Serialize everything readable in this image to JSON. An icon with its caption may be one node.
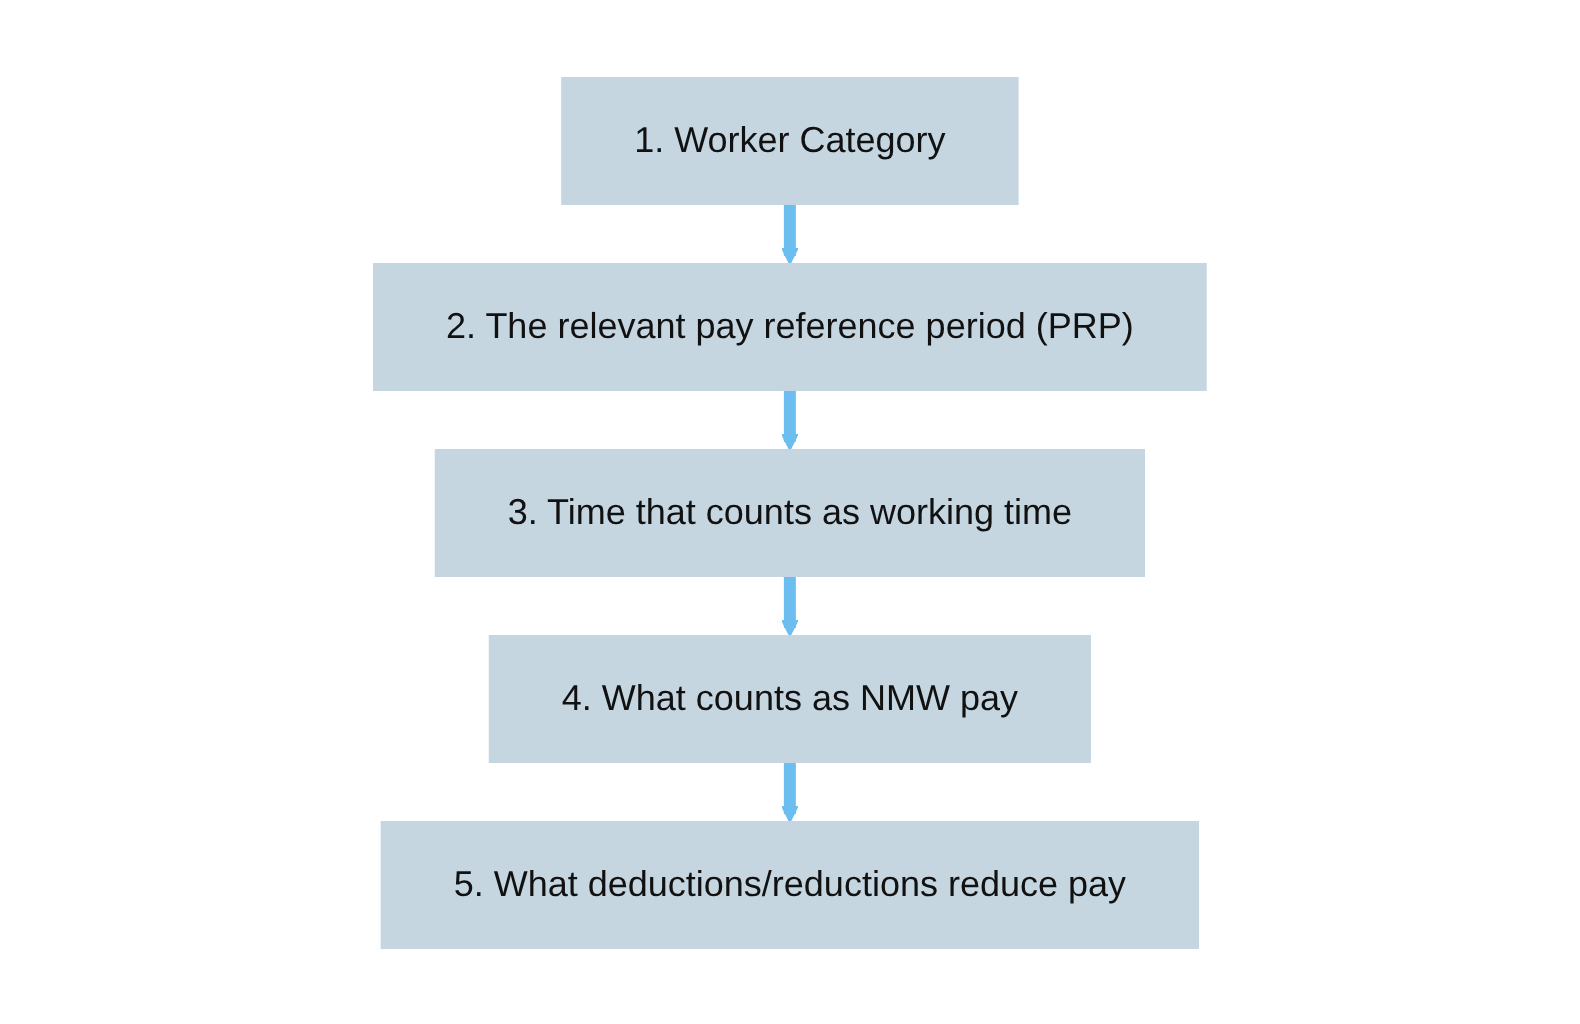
{
  "diagram": {
    "nodes": [
      {
        "text": [
          "1. Worker Category"
        ]
      },
      {
        "text": [
          "2. The relevant pay reference period (PRP)"
        ]
      },
      {
        "text": [
          "3. Time that counts as working time"
        ]
      },
      {
        "text": [
          "4. What counts as NMW pay"
        ]
      },
      {
        "text": [
          "5. What deductions/reductions reduce pay"
        ]
      }
    ],
    "edges": [
      {
        "from": 0,
        "to": 1,
        "arrow": "to"
      },
      {
        "from": 1,
        "to": 2,
        "arrow": "to"
      },
      {
        "from": 2,
        "to": 3,
        "arrow": "to"
      },
      {
        "from": 3,
        "to": 4,
        "arrow": "to"
      }
    ]
  }
}
